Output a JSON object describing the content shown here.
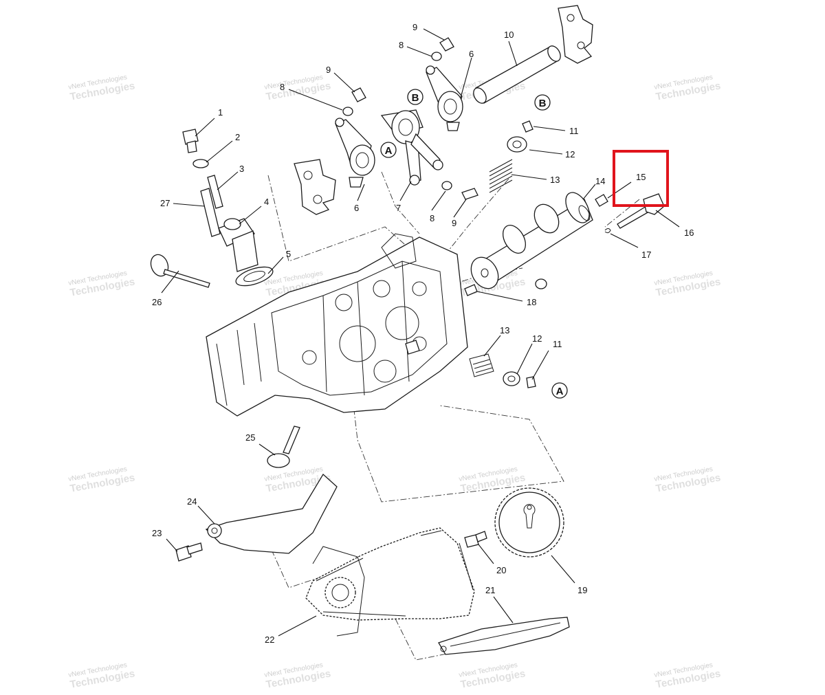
{
  "watermark": {
    "line1": "vNext Technologies",
    "line2": "Technologies"
  },
  "callouts": {
    "c1": "1",
    "c2": "2",
    "c3": "3",
    "c4": "4",
    "c5": "5",
    "c6a": "6",
    "c6b": "6",
    "c7": "7",
    "c8a": "8",
    "c8b": "8",
    "c8c": "8",
    "c9a": "9",
    "c9b": "9",
    "c9c": "9",
    "c10": "10",
    "c11a": "11",
    "c11b": "11",
    "c12a": "12",
    "c12b": "12",
    "c13a": "13",
    "c13b": "13",
    "c14": "14",
    "c15": "15",
    "c16": "16",
    "c17": "17",
    "c18": "18",
    "c19": "19",
    "c20": "20",
    "c21": "21",
    "c22": "22",
    "c23": "23",
    "c24": "24",
    "c25": "25",
    "c26": "26",
    "c27": "27"
  },
  "reference_markers": {
    "a_top": "A",
    "a_bottom": "A",
    "b_left": "B",
    "b_right": "B"
  },
  "highlight": {
    "color": "#e0141c",
    "target_part": "15"
  }
}
